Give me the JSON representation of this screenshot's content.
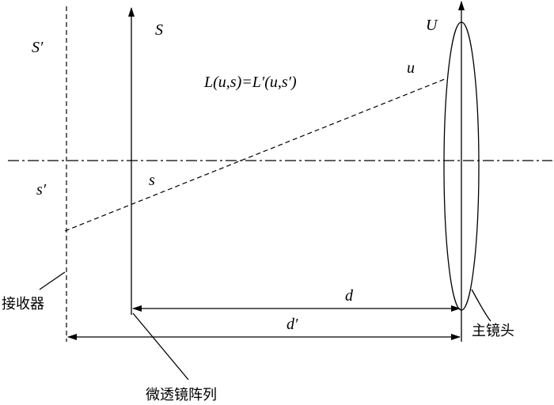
{
  "labels": {
    "S_prime": "S′",
    "S": "S",
    "U": "U",
    "u": "u",
    "s": "s",
    "s_prime": "s′",
    "equation": "L(u,s)=L′(u,s′)",
    "d": "d",
    "d_prime": "d′",
    "receiver": "接收器",
    "microlens_array": "微透镜阵列",
    "main_lens": "主镜头"
  }
}
